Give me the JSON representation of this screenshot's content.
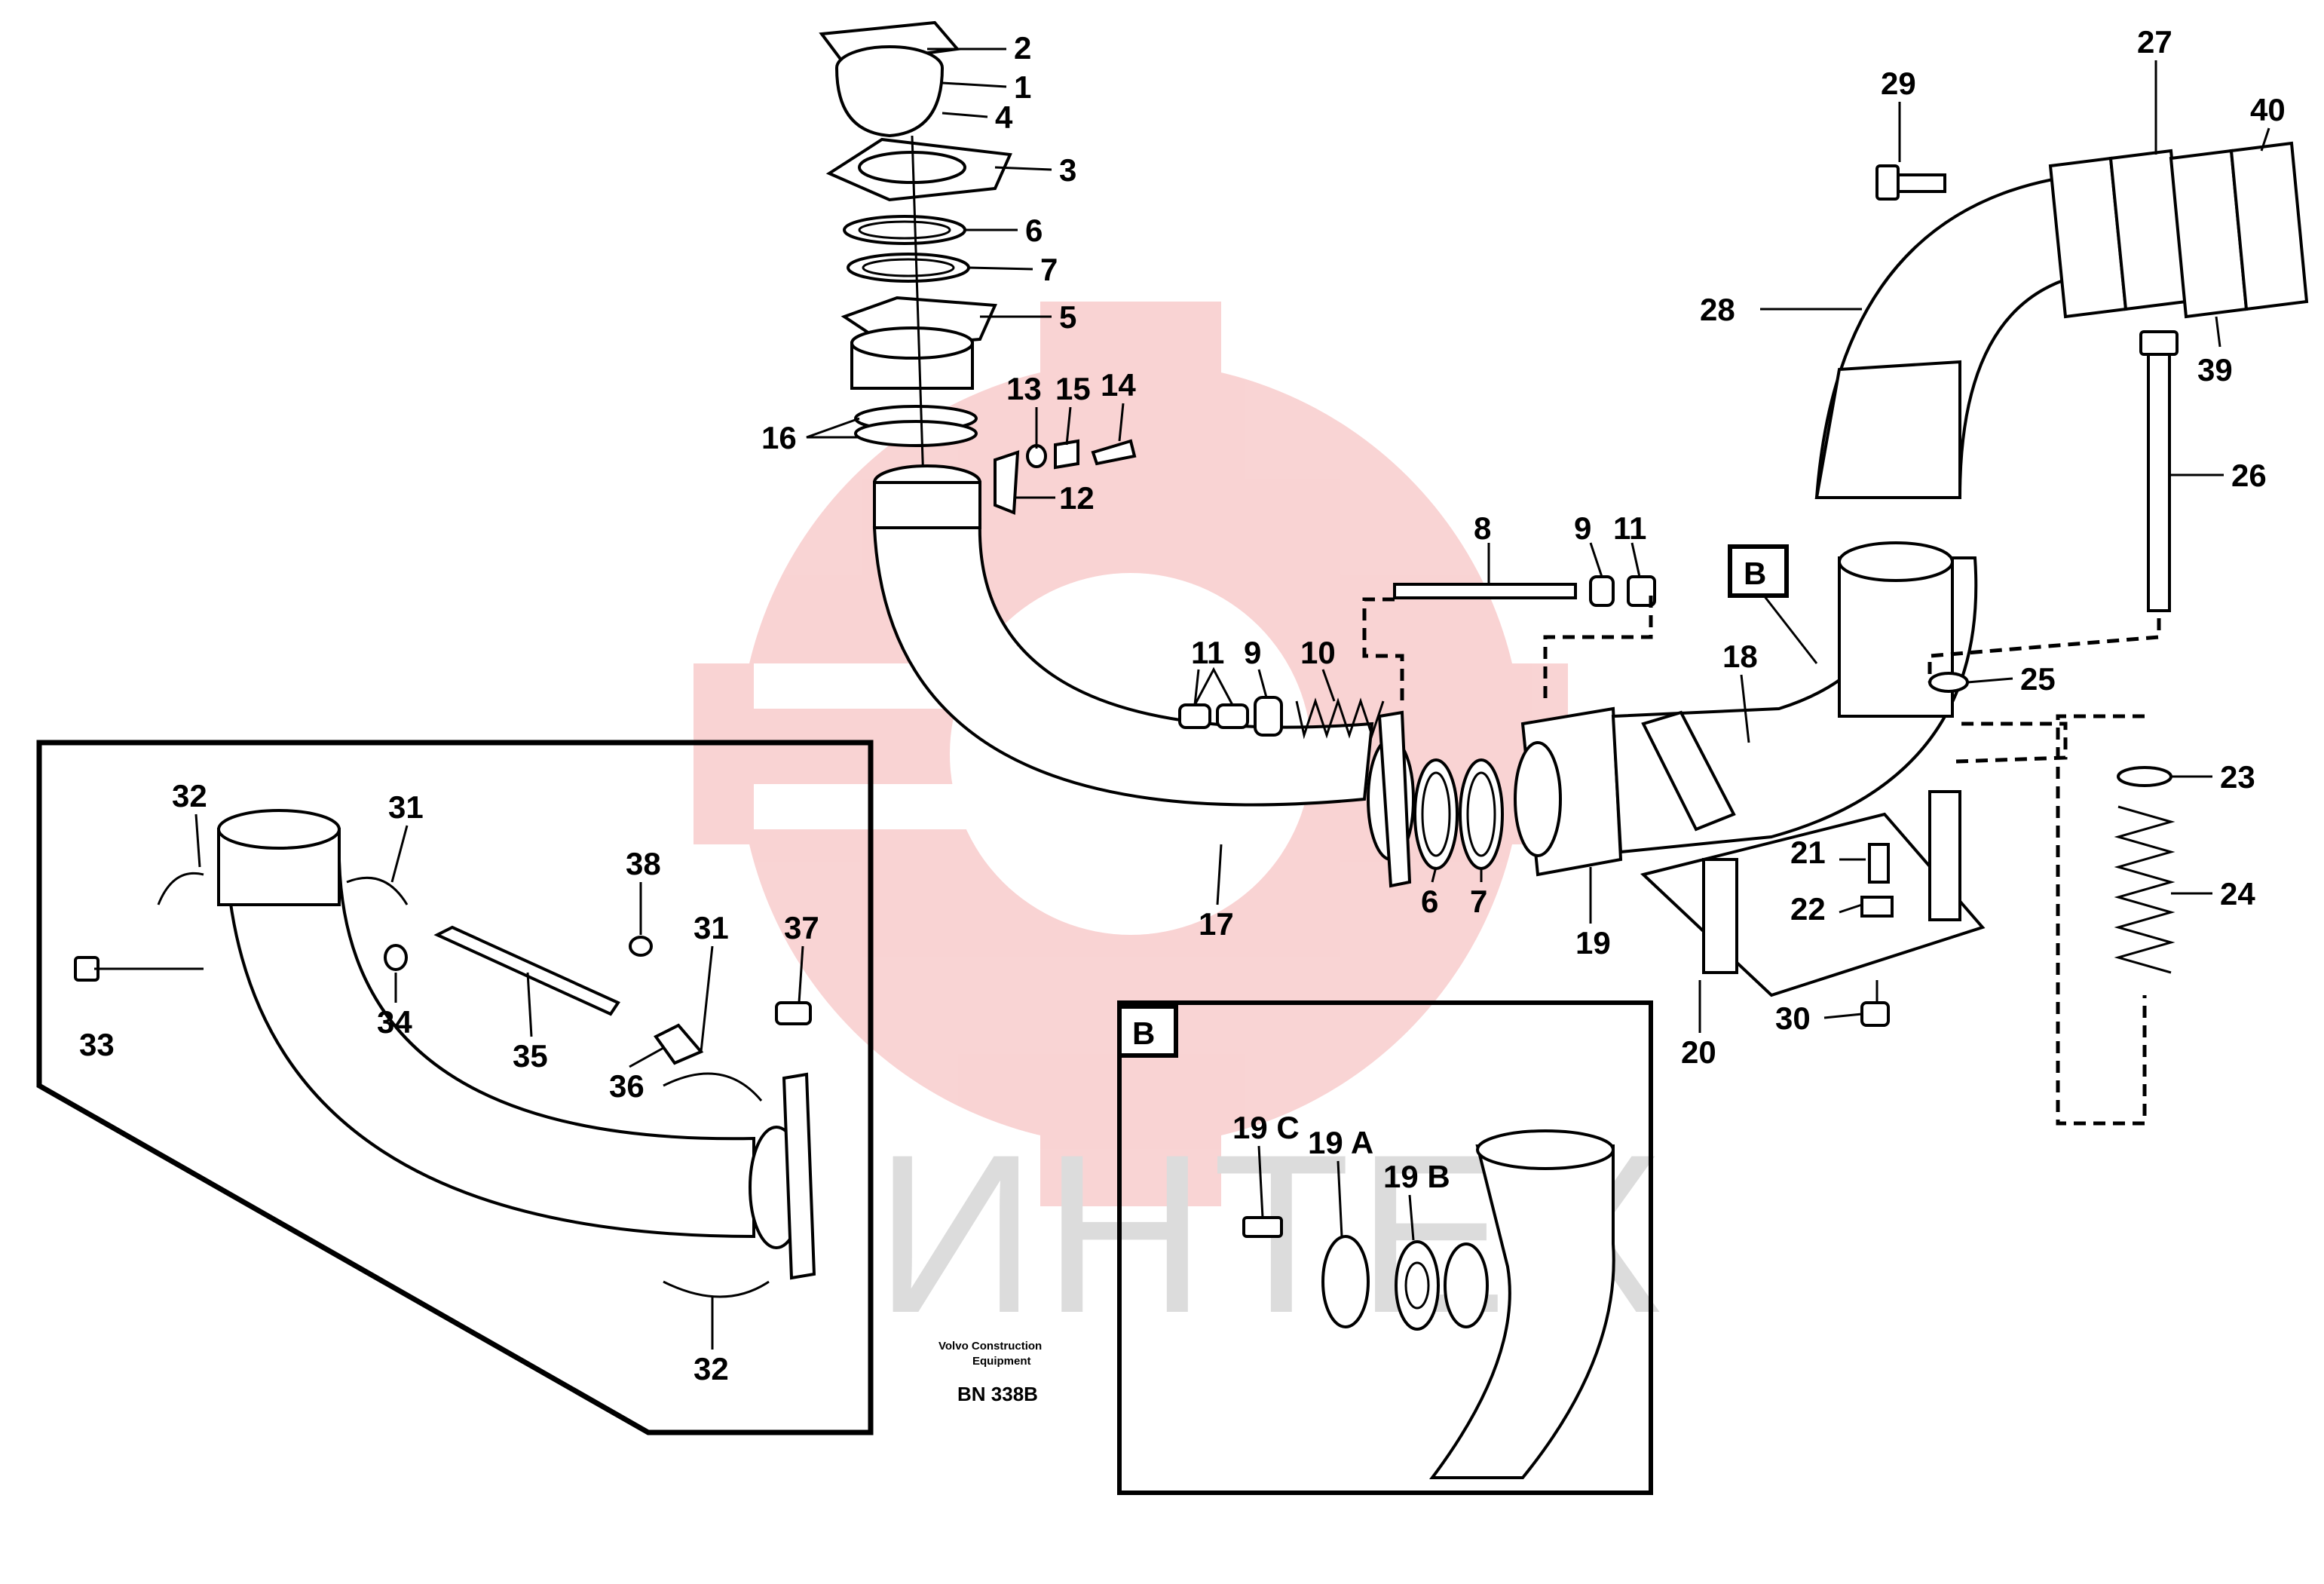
{
  "watermark": {
    "text": "ИНТЕХ",
    "color": "#f2a0a0",
    "text_color": "#dcdcdc"
  },
  "caption": {
    "company_line1": "Volvo Construction",
    "company_line2": "Equipment",
    "code": "BN 338B"
  },
  "detail_label": "B",
  "part_labels": {
    "p1": "1",
    "p2": "2",
    "p3": "3",
    "p4": "4",
    "p5": "5",
    "p6a": "6",
    "p6b": "6",
    "p7a": "7",
    "p7b": "7",
    "p8": "8",
    "p9a": "9",
    "p9b": "9",
    "p10": "10",
    "p11a": "11",
    "p11b": "11",
    "p12": "12",
    "p13": "13",
    "p14": "14",
    "p15": "15",
    "p16": "16",
    "p17": "17",
    "p18": "18",
    "p19": "19",
    "p19a": "19 A",
    "p19b": "19 B",
    "p19c": "19 C",
    "p20": "20",
    "p21": "21",
    "p22": "22",
    "p23": "23",
    "p24": "24",
    "p25": "25",
    "p26": "26",
    "p27": "27",
    "p28": "28",
    "p29": "29",
    "p30": "30",
    "p31a": "31",
    "p31b": "31",
    "p32a": "32",
    "p32b": "32",
    "p33": "33",
    "p34": "34",
    "p35": "35",
    "p36": "36",
    "p37": "37",
    "p38": "38",
    "p39": "39",
    "p40": "40"
  }
}
